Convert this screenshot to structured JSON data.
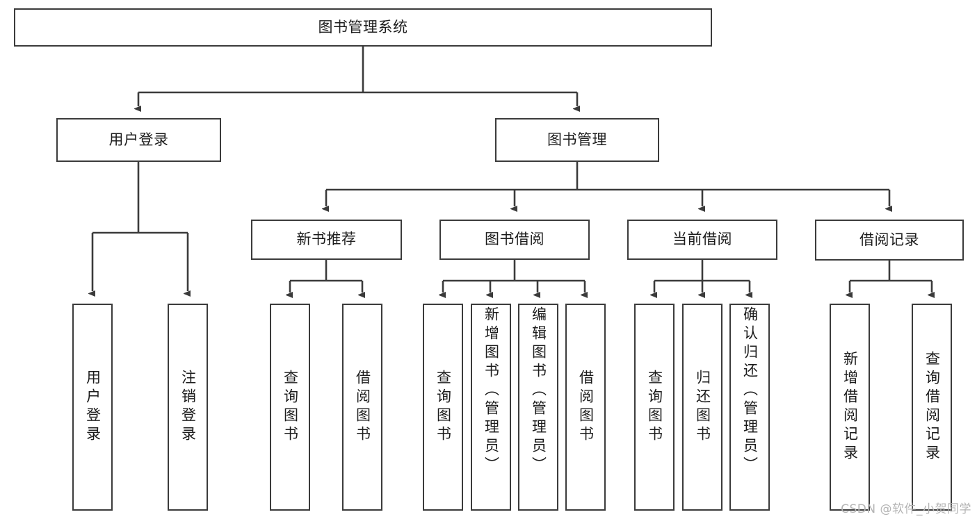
{
  "diagram": {
    "type": "tree-hierarchy",
    "title": "图书管理系统",
    "root": {
      "label": "图书管理系统"
    },
    "level2": [
      {
        "label": "用户登录"
      },
      {
        "label": "图书管理"
      }
    ],
    "level3": [
      {
        "label": "新书推荐"
      },
      {
        "label": "图书借阅"
      },
      {
        "label": "当前借阅"
      },
      {
        "label": "借阅记录"
      }
    ],
    "leaves": {
      "user_login": [
        {
          "label": "用户登录"
        },
        {
          "label": "注销登录"
        }
      ],
      "new_book": [
        {
          "label": "查询图书"
        },
        {
          "label": "借阅图书"
        }
      ],
      "book_borrow": [
        {
          "label": "查询图书"
        },
        {
          "label": "新增图书（管理员）"
        },
        {
          "label": "编辑图书（管理员）"
        },
        {
          "label": "借阅图书"
        }
      ],
      "current_borrow": [
        {
          "label": "查询图书"
        },
        {
          "label": "归还图书"
        },
        {
          "label": "确认归还（管理员）"
        }
      ],
      "borrow_record": [
        {
          "label": "新增借阅记录"
        },
        {
          "label": "查询借阅记录"
        }
      ]
    }
  },
  "watermark": {
    "text": "CSDN @软件_小贺同学"
  },
  "colors": {
    "border": "#3b3b3b",
    "text": "#1c1c1c",
    "background": "#ffffff",
    "watermark": "#b4b4b4"
  }
}
